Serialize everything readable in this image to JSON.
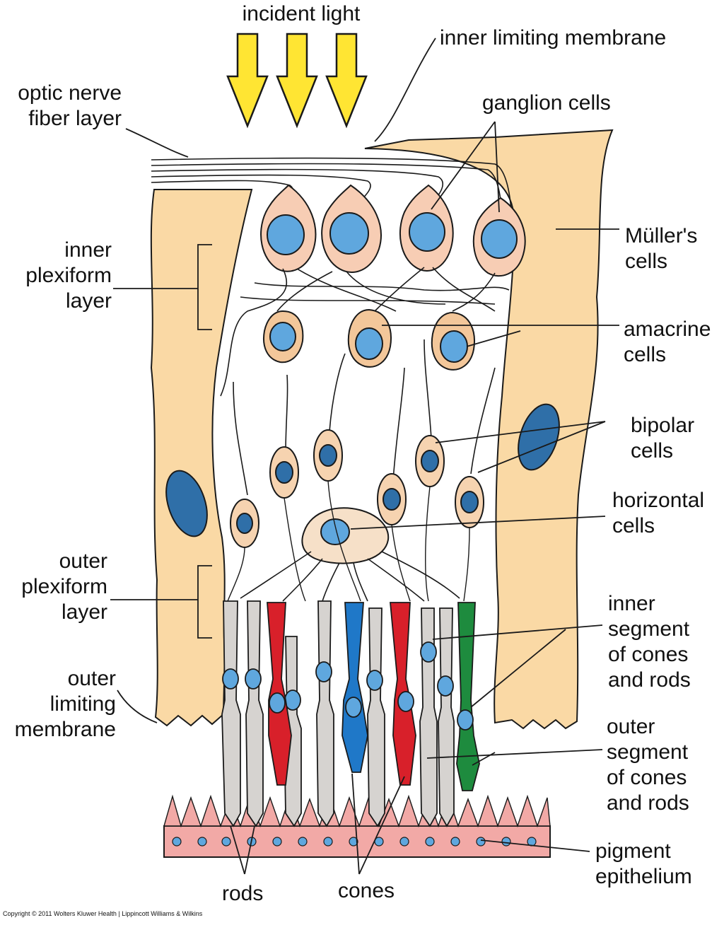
{
  "figure": {
    "labels": {
      "incident_light": "incident light",
      "inner_limiting_membrane": "inner limiting membrane",
      "optic_nerve_fiber_layer": [
        "optic nerve",
        "fiber layer"
      ],
      "ganglion_cells": "ganglion cells",
      "inner_plexiform_layer": [
        "inner",
        "plexiform",
        "layer"
      ],
      "mullers_cells": [
        "Müller's",
        "cells"
      ],
      "amacrine_cells": [
        "amacrine",
        "cells"
      ],
      "bipolar_cells": [
        "bipolar",
        "cells"
      ],
      "horizontal_cells": [
        "horizontal",
        "cells"
      ],
      "outer_plexiform_layer": [
        "outer",
        "plexiform",
        "layer"
      ],
      "inner_segment": [
        "inner",
        "segment",
        "of cones",
        "and rods"
      ],
      "outer_limiting_membrane": [
        "outer",
        "limiting",
        "membrane"
      ],
      "outer_segment": [
        "outer",
        "segment",
        "of cones",
        "and rods"
      ],
      "pigment_epithelium": [
        "pigment",
        "epithelium"
      ],
      "rods": "rods",
      "cones": "cones"
    },
    "copyright": "Copyright © 2011 Wolters Kluwer Health | Lippincott Williams & Wilkins"
  },
  "colors": {
    "muller": "#FAD9A5",
    "ganglion": "#F7CDB4",
    "amacrine": "#F3C79A",
    "bipolar": "#F6D3B0",
    "nucleus": "#5FA7DE",
    "nucleus_dark": "#2F6FA8",
    "rod": "#D6D3D0",
    "cone_red": "#D8202A",
    "cone_blue": "#1F78C8",
    "cone_green": "#1E8B3E",
    "epithelium": "#F2A9A6",
    "arrow": "#FFE533",
    "outline": "#1a1a1a"
  }
}
